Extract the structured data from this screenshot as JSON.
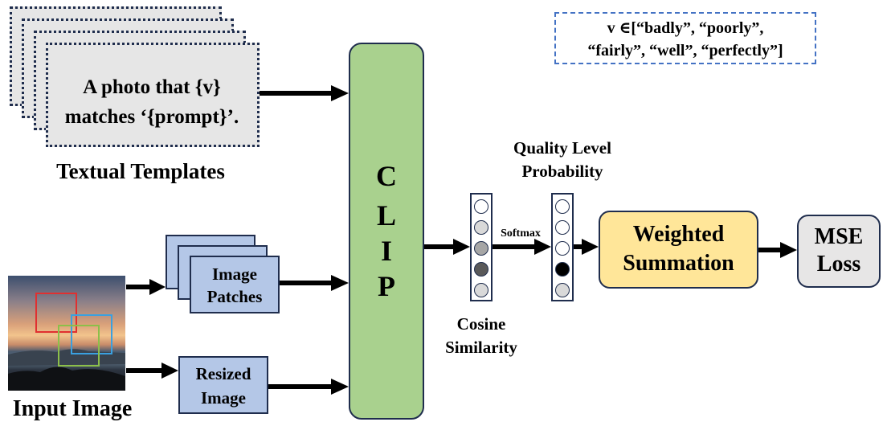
{
  "template_card": {
    "line1": "A photo that {v}",
    "line2": "matches ‘{prompt}’."
  },
  "textual_templates_label": "Textual Templates",
  "v_set": {
    "line1": "v ∈[“badly”, “poorly”,",
    "line2": "“fairly”, “well”, “perfectly”]"
  },
  "image_patches": {
    "line1": "Image",
    "line2": "Patches"
  },
  "resized_image": {
    "line1": "Resized",
    "line2": "Image"
  },
  "input_image_label": "Input Image",
  "clip_letters": [
    "C",
    "L",
    "I",
    "P"
  ],
  "cosine_similarity": {
    "line1": "Cosine",
    "line2": "Similarity"
  },
  "softmax_label": "Softmax",
  "quality_level": {
    "line1": "Quality Level",
    "line2": "Probability"
  },
  "weighted_summation": {
    "line1": "Weighted",
    "line2": "Summation"
  },
  "mse_loss": {
    "line1": "MSE",
    "line2": "Loss"
  },
  "colors": {
    "clip_fill": "#a9d18e",
    "patch_fill": "#b4c7e7",
    "weighted_fill": "#ffe699",
    "mse_fill": "#e7e6e6",
    "template_fill": "#e6e6e6",
    "dashed_border": "#4472c4"
  },
  "cosine_circle_fills": [
    "#ffffff",
    "#d9d9d9",
    "#a6a6a6",
    "#595959",
    "#d9d9d9"
  ],
  "probability_circle_fills": [
    "#ffffff",
    "#ffffff",
    "#ffffff",
    "#000000",
    "#d9d9d9"
  ]
}
